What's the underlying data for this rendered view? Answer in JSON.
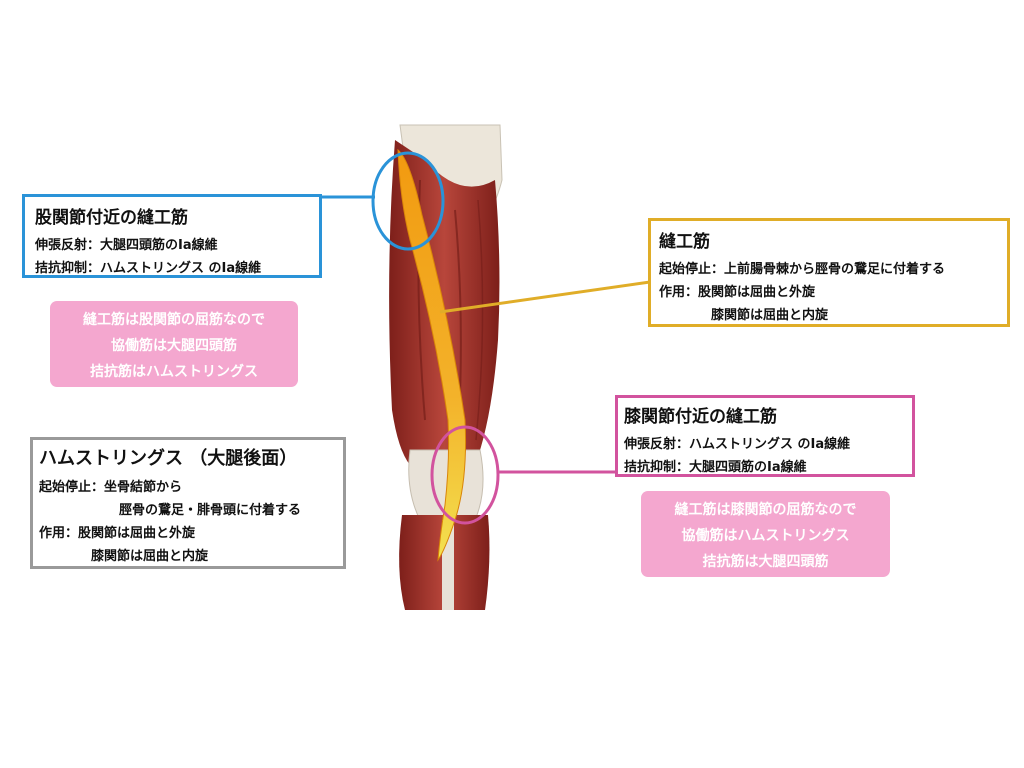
{
  "hip_box": {
    "title": "股関節付近の縫工筋",
    "line1": "伸張反射：大腿四頭筋のⅠa線維",
    "line2": "拮抗抑制：ハムストリングス のⅠa線維",
    "color": "#2a93d8"
  },
  "hip_note": {
    "line1": "縫工筋は股関節の屈筋なので",
    "line2": "協働筋は大腿四頭筋",
    "line3": "拮抗筋はハムストリングス"
  },
  "hamstrings_box": {
    "title": "ハムストリングス （大腿後面）",
    "line1": "起始停止：坐骨結節から",
    "line2": "脛骨の鵞足・腓骨頭に付着する",
    "line3": "作用：股関節は屈曲と外旋",
    "line4": "膝関節は屈曲と内旋",
    "color": "#9a9a9a"
  },
  "sartorius_box": {
    "title": "縫工筋",
    "line1": "起始停止：上前腸骨棘から脛骨の鵞足に付着する",
    "line2": "作用：股関節は屈曲と外旋",
    "line3": "膝関節は屈曲と内旋",
    "color": "#e0ad28"
  },
  "knee_box": {
    "title": "膝関節付近の縫工筋",
    "line1": "伸張反射：ハムストリングス のⅠa線維",
    "line2": "拮抗抑制：大腿四頭筋のⅠa線維",
    "color": "#d2539e"
  },
  "knee_note": {
    "line1": "縫工筋は膝関節の屈筋なので",
    "line2": "協働筋はハムストリングス",
    "line3": "拮抗筋は大腿四頭筋"
  }
}
